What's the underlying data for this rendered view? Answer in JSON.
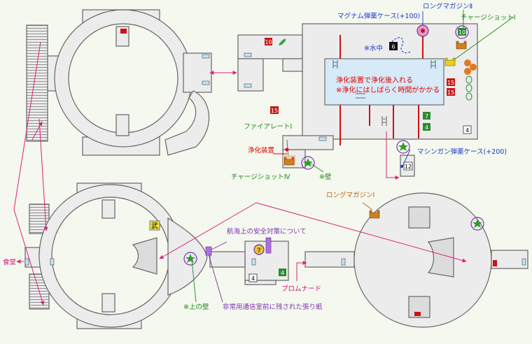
{
  "colors": {
    "background": "#f4f8ee",
    "floor": "#ececec",
    "wall": "#666666",
    "pool": "#d6eaf8",
    "door": "#bfe4f4",
    "door_red": "#cc1111",
    "path_pink": "#e0207a",
    "label_red": "#e00000",
    "label_green": "#1e8a1e",
    "label_blue": "#1f37c8",
    "label_magenta": "#d0107a",
    "star_fill": "#2e9a2e",
    "circle_stroke": "#7a30b0",
    "chest_orange": "#d08020",
    "orb_orange": "#e07a20",
    "crate_green": "#2e8a2e",
    "crate_red": "#c81818",
    "crate_yellow": "#e8d018"
  },
  "labels": {
    "long_magazine_2": "ロングマガジンⅡ",
    "magnum_ammo": "マグナム弾薬ケース(+100)",
    "charge_shot_1": "チャージショットⅠ",
    "underwater": "※水中",
    "purify_note_1": "浄化装置で浄化後入れる",
    "purify_note_2": "※浄化にはしばらく時間がかかる",
    "fire_rate_1": "ファイアレートⅠ",
    "purifier": "浄化装置",
    "charge_shot_4": "チャージショットⅣ",
    "wall_note": "※壁",
    "machinegun_ammo": "マシンガン弾薬ケース(+200)",
    "long_magazine_1": "ロングマガジンⅠ",
    "safety_doc": "航海上の安全対策について",
    "dining": "食堂",
    "promenade": "プロムナード",
    "upper_wall_note": "※上の壁",
    "emergency_doc": "非常用通信室前に残された張り紙",
    "weapon_badge": "武"
  },
  "markers": {
    "crate_10_a": "10",
    "crate_10_b": "10",
    "crate_15_a": "15",
    "crate_15_b": "15",
    "crate_15_c": "15",
    "crate_7": "7",
    "crate_4_a": "4",
    "crate_4_b": "4",
    "crate_4_c": "4",
    "crate_4_d": "4",
    "crate_6": "6",
    "crate_12": "12",
    "question": "?"
  }
}
